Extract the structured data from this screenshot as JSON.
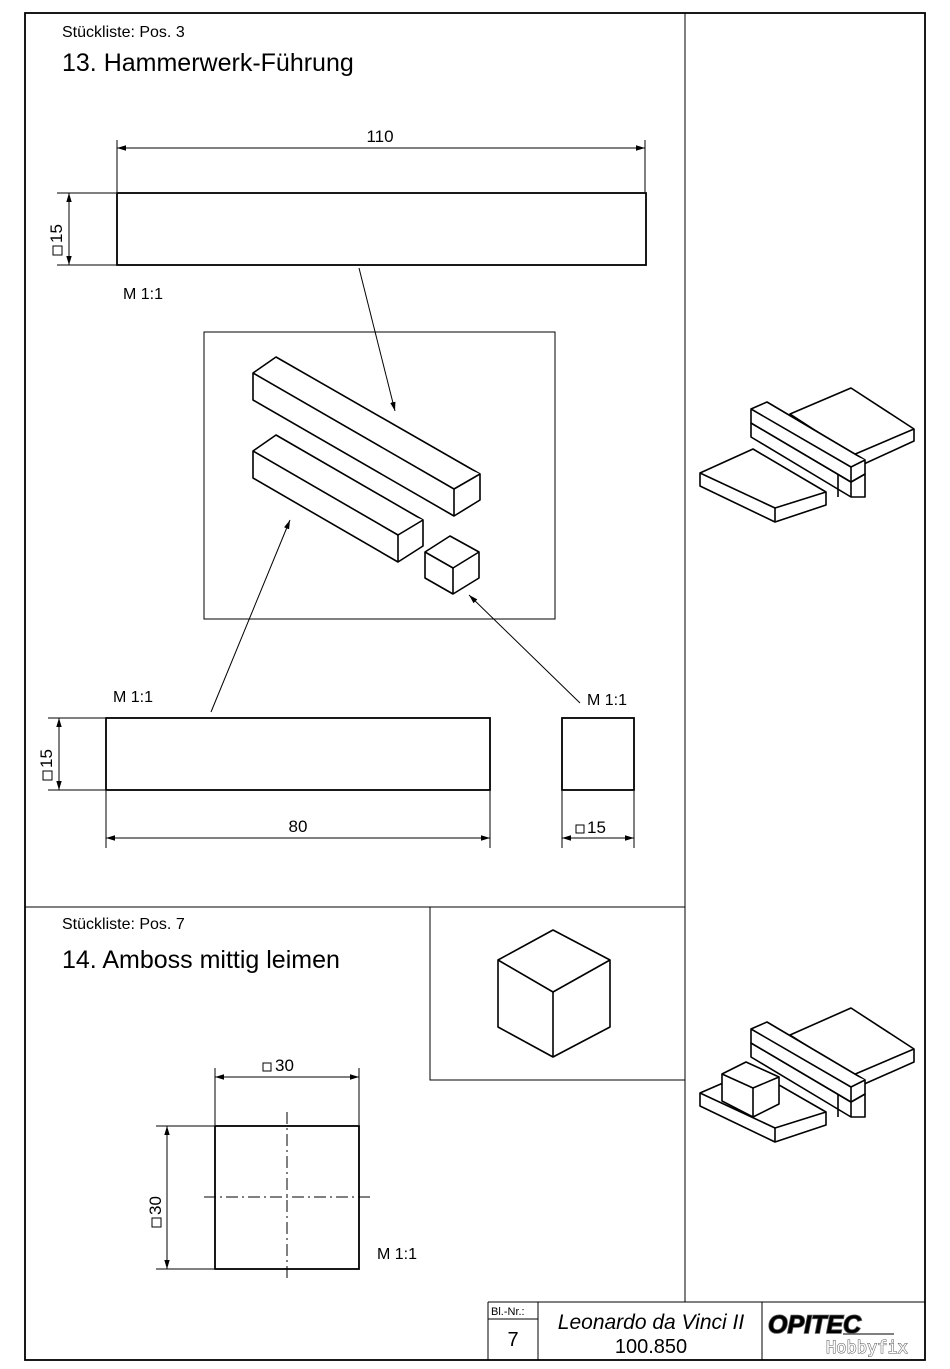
{
  "step13": {
    "parts_list": "Stückliste: Pos. 3",
    "title": "13. Hammerwerk-Führung",
    "dim_long": "110",
    "dim_height_top": "15",
    "scale_top": "M 1:1",
    "scale_mid": "M 1:1",
    "scale_cube": "M 1:1",
    "dim_height_mid": "15",
    "dim_mid_length": "80",
    "dim_cube": "15"
  },
  "step14": {
    "parts_list": "Stückliste: Pos. 7",
    "title": "14. Amboss mittig leimen",
    "dim_width": "30",
    "dim_height": "30",
    "scale": "M 1:1"
  },
  "title_block": {
    "sheet_label": "Bl.-Nr.:",
    "sheet_no": "7",
    "product": "Leonardo da Vinci II",
    "article_no": "100.850",
    "brand": "OPITEC",
    "brand_sub": "Hobbyfix"
  },
  "icons": {
    "square_symbol": "square-dimension-icon",
    "brand_logo": "opitec-logo-icon"
  }
}
